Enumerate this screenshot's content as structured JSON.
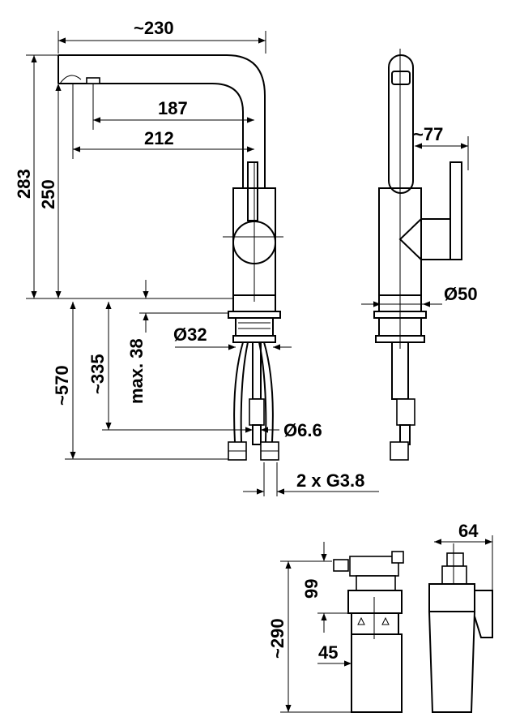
{
  "diagram": {
    "labels": {
      "width_total": "~230",
      "spout_reach_inner": "187",
      "spout_reach_outer": "212",
      "height_total": "283",
      "height_outlet": "250",
      "side_offset": "~77",
      "base_diameter": "Ø50",
      "hose_length": "~570",
      "shank_length": "~335",
      "max_thickness": "max. 38",
      "shank_diameter": "Ø32",
      "pipe_diameter": "Ø6.6",
      "connections": "2 x G3.8",
      "filter_width": "64",
      "filter_head": "99",
      "filter_height": "~290",
      "filter_offset": "45"
    }
  }
}
